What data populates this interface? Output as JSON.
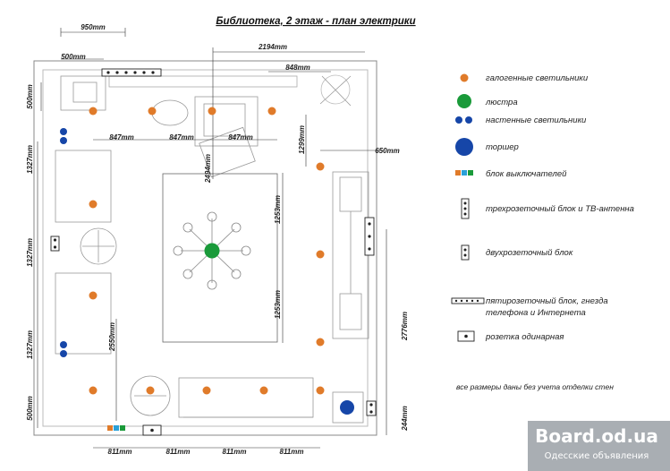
{
  "title": "Библиотека, 2 этаж - план электрики",
  "dimensions": {
    "d950": "950mm",
    "d500_top": "500mm",
    "d2194": "2194mm",
    "d848": "848mm",
    "d500_left": "500mm",
    "d1327_a": "1327mm",
    "d1327_b": "1327mm",
    "d1327_c": "1327mm",
    "d500_bottom": "500mm",
    "d847_a": "847mm",
    "d847_b": "847mm",
    "d847_c": "847mm",
    "d1299": "1299mm",
    "d650": "650mm",
    "d2494": "2494mm",
    "d1253_a": "1253mm",
    "d1253_b": "1253mm",
    "d2550": "2550mm",
    "d2776": "2776mm",
    "d244": "244mm",
    "d811_a": "811mm",
    "d811_b": "811mm",
    "d811_c": "811mm",
    "d811_d": "811mm"
  },
  "legend": {
    "halogen": "галогенные светильники",
    "chandelier": "люстра",
    "wall_lights": "настенные светильники",
    "floor_lamp": "торшер",
    "switch_block": "блок выключателей",
    "triple_socket": "трехрозеточный блок и ТВ-антенна",
    "double_socket": "двухрозеточный блок",
    "five_socket": "пятирозеточный блок, гнезда телефона и Интернета",
    "five_socket_l1": "пятирозеточный блок, гнезда",
    "five_socket_l2": "телефона и Интернета",
    "single_socket": "розетка одинарная"
  },
  "note": "все размеры даны без учета отделки стен",
  "watermark": {
    "brand": "Board.od.ua",
    "sub": "Одесские объявления"
  },
  "colors": {
    "halogen": "#e07b2a",
    "chandelier": "#1a9a3a",
    "wall_light": "#1646a8",
    "floor_lamp": "#1646a8",
    "switch_a": "#e07b2a",
    "switch_b": "#2aa0d8",
    "switch_c": "#1a9a3a"
  }
}
